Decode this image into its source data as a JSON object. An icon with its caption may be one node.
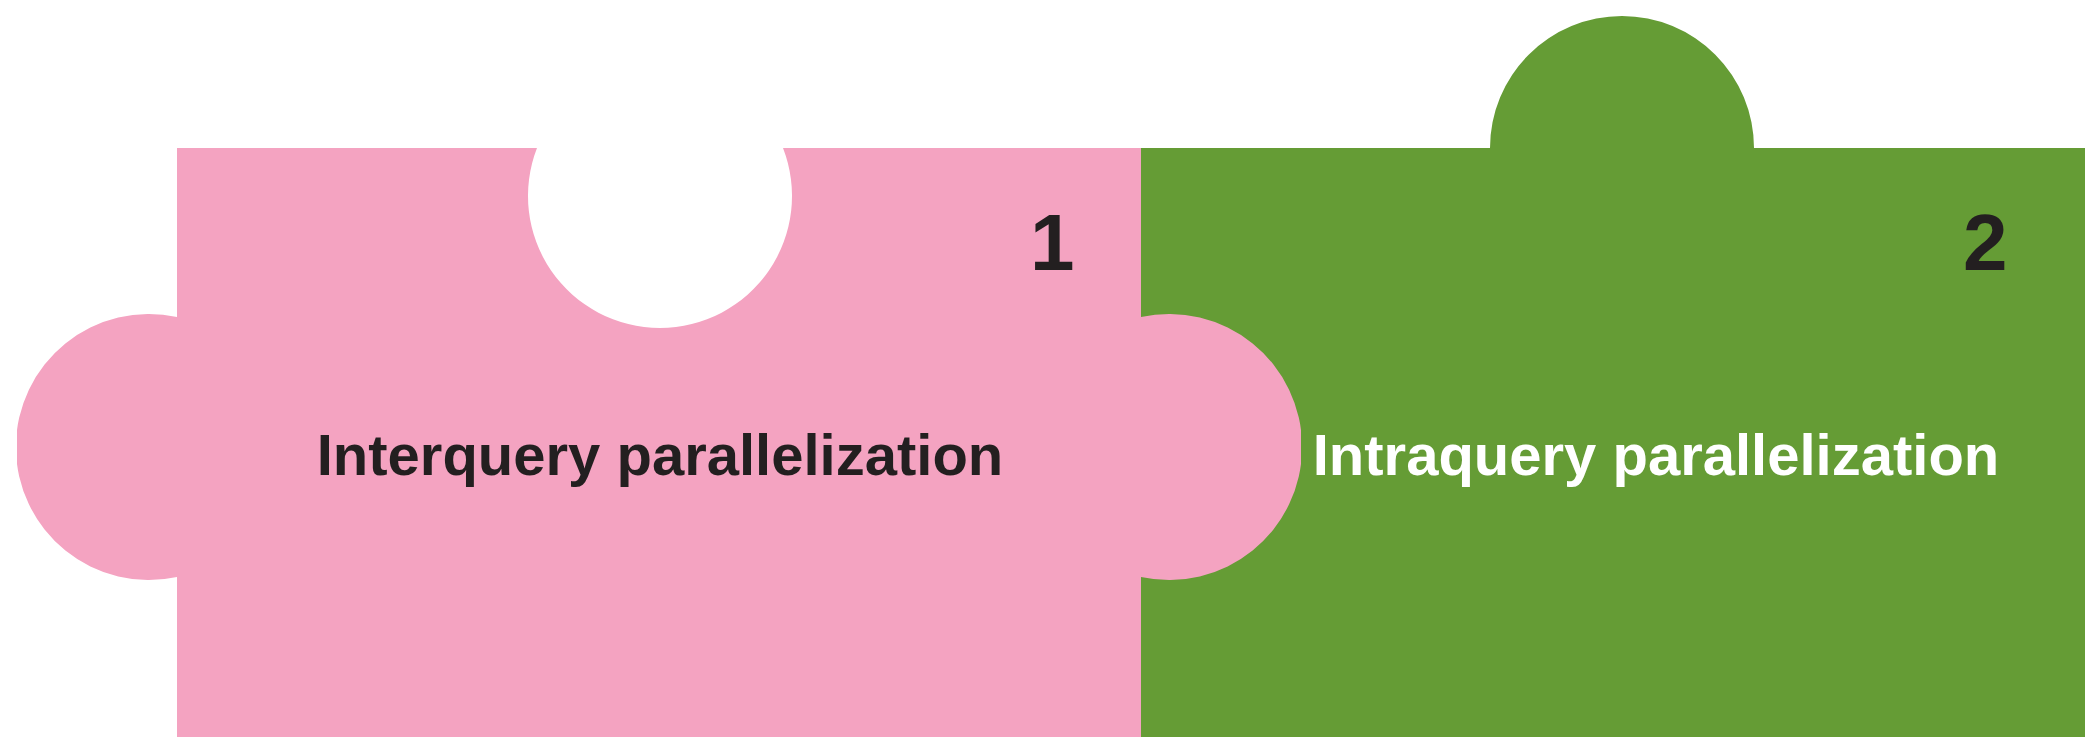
{
  "diagram": {
    "nodes": [
      {
        "text": [
          "1",
          "Interquery parallelization"
        ]
      },
      {
        "text": [
          "2",
          "Intraquery parallelization"
        ]
      }
    ]
  }
}
